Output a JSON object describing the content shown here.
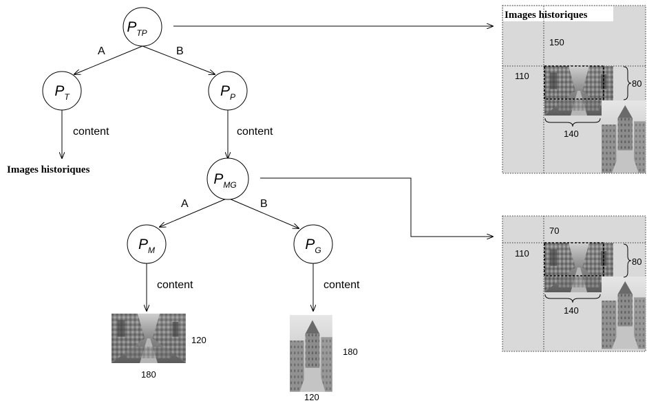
{
  "nodes": {
    "ptp": {
      "main": "P",
      "sub": "TP"
    },
    "pt": {
      "main": "P",
      "sub": "T"
    },
    "pp": {
      "main": "P",
      "sub": "P"
    },
    "pmg": {
      "main": "P",
      "sub": "MG"
    },
    "pm": {
      "main": "P",
      "sub": "M"
    },
    "pg": {
      "main": "P",
      "sub": "G"
    }
  },
  "edges": {
    "a": "A",
    "b": "B",
    "content": "content"
  },
  "leaf_title": "Images historiques",
  "street_image": {
    "width": "180",
    "height": "120"
  },
  "tower_image": {
    "width": "120",
    "height": "180"
  },
  "panel_top": {
    "title": "Images historiques",
    "top_offset": "150",
    "left_offset": "110",
    "width": "140",
    "height": "80"
  },
  "panel_bottom": {
    "top_offset": "70",
    "left_offset": "110",
    "width": "140",
    "height": "80"
  }
}
